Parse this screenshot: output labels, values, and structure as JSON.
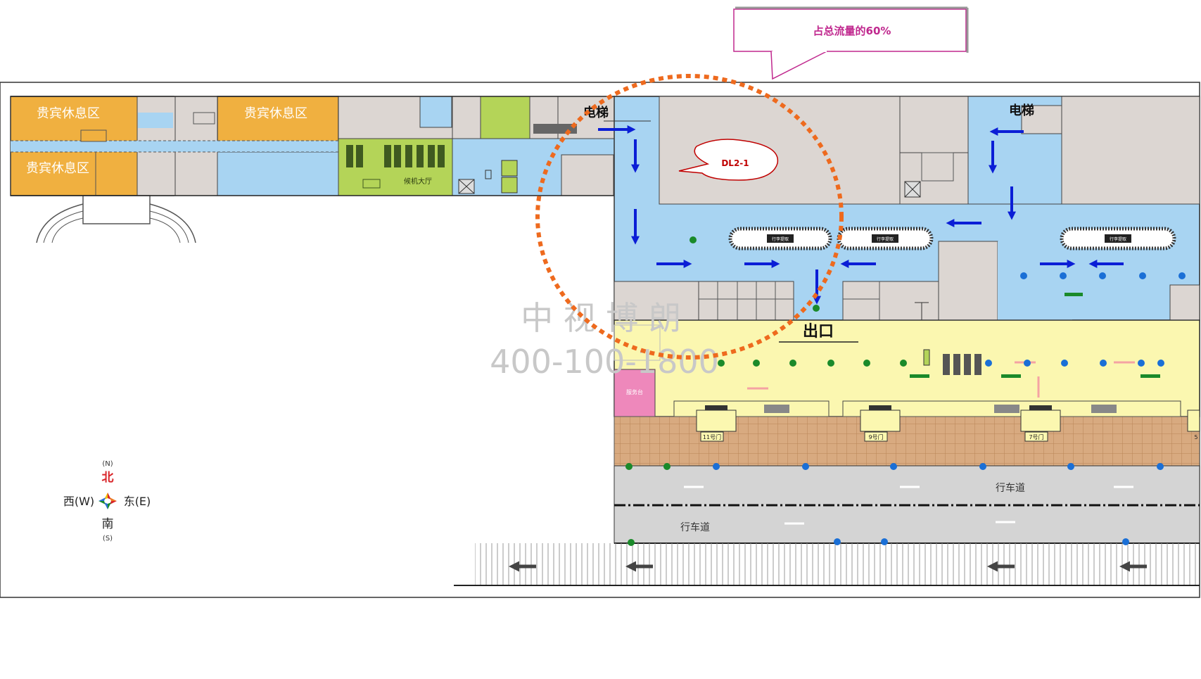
{
  "callout": {
    "text": "占总流量的60%",
    "color": "#c0288e"
  },
  "marker": {
    "text": "DL2-1",
    "color": "#c00000"
  },
  "watermark": {
    "name": "中 视 博 朗",
    "phone": "400-100-1800"
  },
  "areas": {
    "vip_lounges": [
      "贵宾休息区",
      "贵宾休息区",
      "贵宾休息区"
    ],
    "checkin_hall": "候机大厅",
    "elevator_left": "电梯",
    "elevator_right": "电梯",
    "exit": "出口",
    "pink_room": "服务台"
  },
  "carousels": [
    "行李提取",
    "行李提取",
    "行李提取"
  ],
  "gates": [
    "11号门",
    "9号门",
    "7号门",
    "5"
  ],
  "roads": [
    "行车道",
    "行车道"
  ],
  "compass": {
    "north_code": "(N)",
    "north": "北",
    "west": "西(W)",
    "east": "东(E)",
    "south": "南",
    "south_code": "(S)"
  },
  "colors": {
    "lounge": "#f0b040",
    "corridor": "#a8d4f2",
    "checkin": "#b4d458",
    "room": "#dcd6d2",
    "arrival": "#fbf7b0",
    "sidewalk": "#d8aa80",
    "road": "#d4d4d4",
    "pink": "#ee88bb",
    "arrow": "#0b1ed6",
    "dashed": "#ee6a1e",
    "dot_green": "#1a8a2a",
    "dot_blue": "#1a6fd6"
  }
}
